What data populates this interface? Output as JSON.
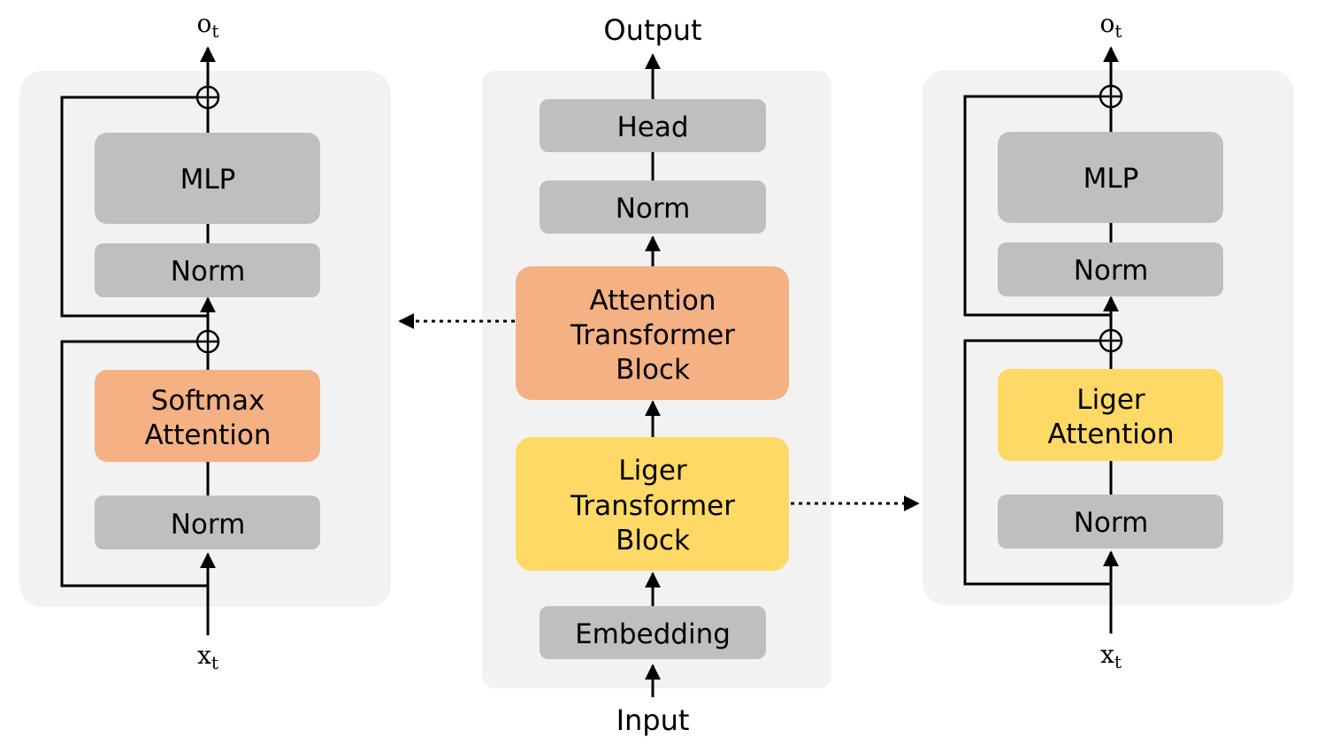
{
  "center": {
    "input": "Input",
    "output": "Output",
    "embedding": "Embedding",
    "liger_block": [
      "Liger",
      "Transformer",
      "Block"
    ],
    "attention_block": [
      "Attention",
      "Transformer",
      "Block"
    ],
    "norm": "Norm",
    "head": "Head"
  },
  "left": {
    "input_var": "x",
    "input_sub": "t",
    "output_var": "o",
    "output_sub": "t",
    "norm_bottom": "Norm",
    "attention": [
      "Softmax",
      "Attention"
    ],
    "norm_top": "Norm",
    "mlp": "MLP"
  },
  "right": {
    "input_var": "x",
    "input_sub": "t",
    "output_var": "o",
    "output_sub": "t",
    "norm_bottom": "Norm",
    "attention": [
      "Liger",
      "Attention"
    ],
    "norm_top": "Norm",
    "mlp": "MLP"
  },
  "colors": {
    "panel": "#f2f2f2",
    "gray_box": "#bfbfbf",
    "softmax_orange": "#f4b183",
    "liger_yellow": "#ffd966"
  }
}
